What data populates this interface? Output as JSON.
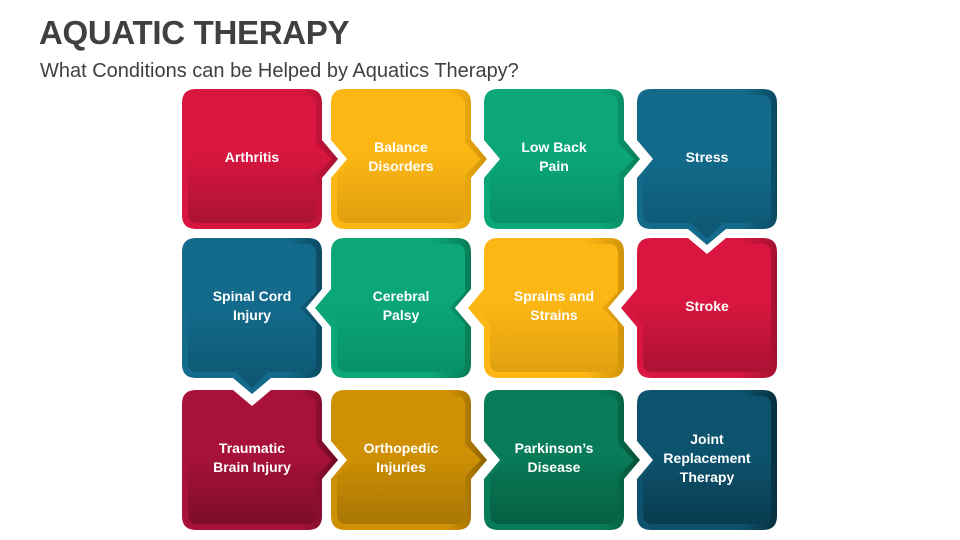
{
  "header": {
    "title": "AQUATIC THERAPY",
    "subtitle": "What Conditions can be Helped by Aquatics Therapy?"
  },
  "colors": {
    "red": {
      "top": "#d9163f",
      "bottom": "#ab1234",
      "edge": "#a5112f"
    },
    "amber": {
      "top": "#fdb714",
      "bottom": "#e0a010",
      "edge": "#d19409"
    },
    "green": {
      "top": "#0ba779",
      "bottom": "#089166",
      "edge": "#077c57"
    },
    "teal": {
      "top": "#136a8a",
      "bottom": "#0d5672",
      "edge": "#0b4a62"
    },
    "dark_red": {
      "top": "#a8123a",
      "bottom": "#7e0c2a",
      "edge": "#6d0924"
    },
    "dark_amber": {
      "top": "#cf9003",
      "bottom": "#a97705",
      "edge": "#8d6304"
    },
    "dark_green": {
      "top": "#087c58",
      "bottom": "#065f43",
      "edge": "#054f37"
    },
    "dark_teal": {
      "top": "#0d536e",
      "bottom": "#093c50",
      "edge": "#072f3f"
    }
  },
  "tiles": [
    {
      "label": "Arthritis",
      "color": "red",
      "row": 0,
      "col": 0,
      "tab": "right",
      "notch": null
    },
    {
      "label": "Balance\nDisorders",
      "color": "amber",
      "row": 0,
      "col": 1,
      "tab": "right",
      "notch": "left"
    },
    {
      "label": "Low Back\nPain",
      "color": "green",
      "row": 0,
      "col": 2,
      "tab": "right",
      "notch": "left"
    },
    {
      "label": "Stress",
      "color": "teal",
      "row": 0,
      "col": 3,
      "tab": "bottom",
      "notch": "left"
    },
    {
      "label": "Stroke",
      "color": "red",
      "row": 1,
      "col": 3,
      "tab": "left",
      "notch": "top"
    },
    {
      "label": "Sprains and\nStrains",
      "color": "amber",
      "row": 1,
      "col": 2,
      "tab": "left",
      "notch": "right"
    },
    {
      "label": "Cerebral\nPalsy",
      "color": "green",
      "row": 1,
      "col": 1,
      "tab": "left",
      "notch": "right"
    },
    {
      "label": "Spinal Cord\nInjury",
      "color": "teal",
      "row": 1,
      "col": 0,
      "tab": "bottom",
      "notch": "right"
    },
    {
      "label": "Traumatic\nBrain Injury",
      "color": "dark_red",
      "row": 2,
      "col": 0,
      "tab": "right",
      "notch": "top"
    },
    {
      "label": "Orthopedic\nInjuries",
      "color": "dark_amber",
      "row": 2,
      "col": 1,
      "tab": "right",
      "notch": "left"
    },
    {
      "label": "Parkinson’s\nDisease",
      "color": "dark_green",
      "row": 2,
      "col": 2,
      "tab": "right",
      "notch": "left"
    },
    {
      "label": "Joint\nReplacement\nTherapy",
      "color": "dark_teal",
      "row": 2,
      "col": 3,
      "tab": null,
      "notch": "left"
    }
  ]
}
